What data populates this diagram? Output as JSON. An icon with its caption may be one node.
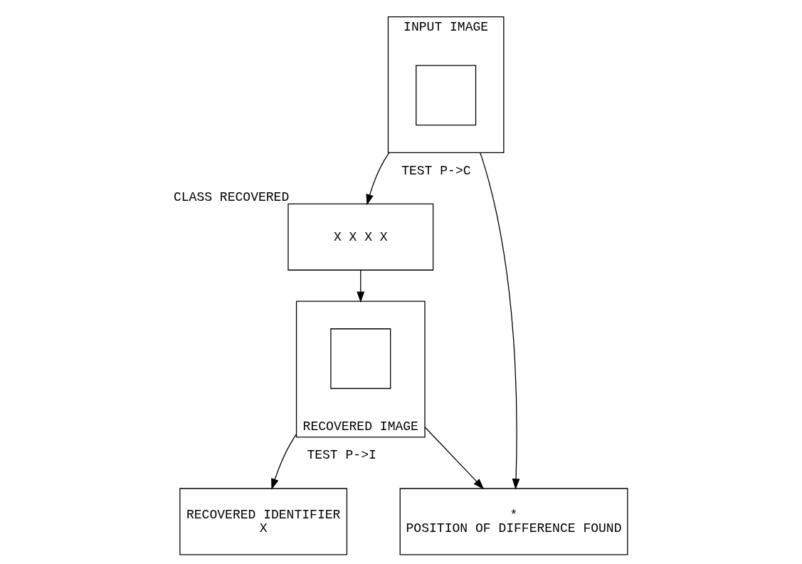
{
  "diagram": {
    "nodes": [
      {
        "text": [
          "INPUT IMAGE"
        ]
      },
      {
        "text": [],
        "shape": "box",
        "in": 0
      },
      {
        "text": [
          "X X X X"
        ],
        "beside": [
          "CLASS RECOVERED"
        ]
      },
      {
        "text": [
          "RECOVERED IMAGE"
        ]
      },
      {
        "text": [],
        "shape": "box",
        "in": 3
      },
      {
        "text": [
          "*",
          "POSITION OF DIFFERENCE FOUND"
        ]
      },
      {
        "text": [
          "RECOVERED IDENTIFIER",
          "X"
        ]
      }
    ],
    "edges": [
      {
        "from": 0,
        "to": 2,
        "arrow": "to",
        "label": "TEST P->C"
      },
      {
        "from": 2,
        "to": 3,
        "arrow": "to"
      },
      {
        "from": 0,
        "to": 5,
        "arrow": "to"
      },
      {
        "from": 3,
        "to": 5,
        "arrow": "to"
      },
      {
        "from": 3,
        "to": 6,
        "arrow": "to",
        "label": "TEST P->I"
      }
    ]
  }
}
